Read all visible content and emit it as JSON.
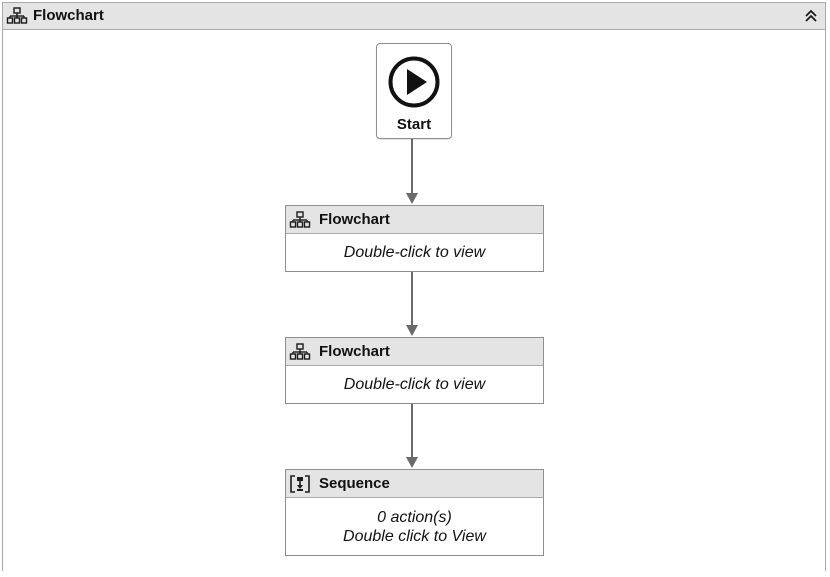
{
  "header": {
    "title": "Flowchart",
    "icon": "flowchart-icon",
    "collapse_icon": "double-chevron-up-icon"
  },
  "start_node": {
    "label": "Start",
    "icon": "play-circle-icon"
  },
  "activities": [
    {
      "title": "Flowchart",
      "icon": "flowchart-icon",
      "body_line1": "Double-click to view"
    },
    {
      "title": "Flowchart",
      "icon": "flowchart-icon",
      "body_line1": "Double-click to view"
    },
    {
      "title": "Sequence",
      "icon": "sequence-icon",
      "body_line1": "0 action(s)",
      "body_line2": "Double click to View"
    }
  ],
  "colors": {
    "header_bg": "#e4e4e4",
    "border": "#8e8e8e",
    "connector": "#666666"
  }
}
